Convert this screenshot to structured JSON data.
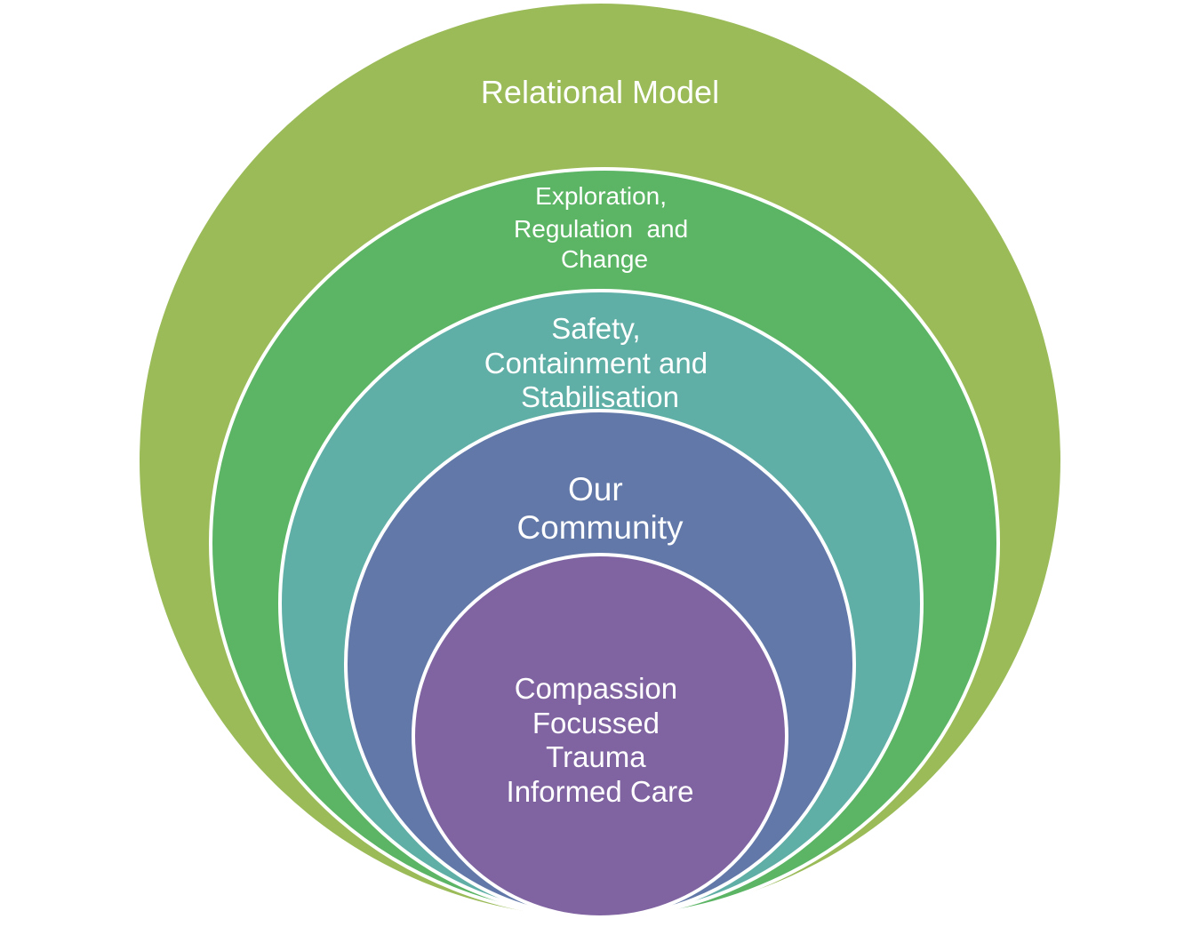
{
  "diagram": {
    "type": "nested-circles",
    "layers": [
      {
        "id": "relational-model",
        "lines": [
          "Relational Model"
        ],
        "color": "#9BBB59"
      },
      {
        "id": "exploration",
        "lines": [
          "Exploration,",
          "Regulation  and",
          "Change"
        ],
        "color": "#5CB565"
      },
      {
        "id": "safety",
        "lines": [
          "Safety,",
          "Containment and",
          "Stabilisation"
        ],
        "color": "#5FAFA6"
      },
      {
        "id": "our-community",
        "lines": [
          "Our",
          "Community"
        ],
        "color": "#6178A8"
      },
      {
        "id": "compassion",
        "lines": [
          "Compassion",
          "Focussed",
          "Trauma",
          "Informed Care"
        ],
        "color": "#8064A2"
      }
    ]
  }
}
